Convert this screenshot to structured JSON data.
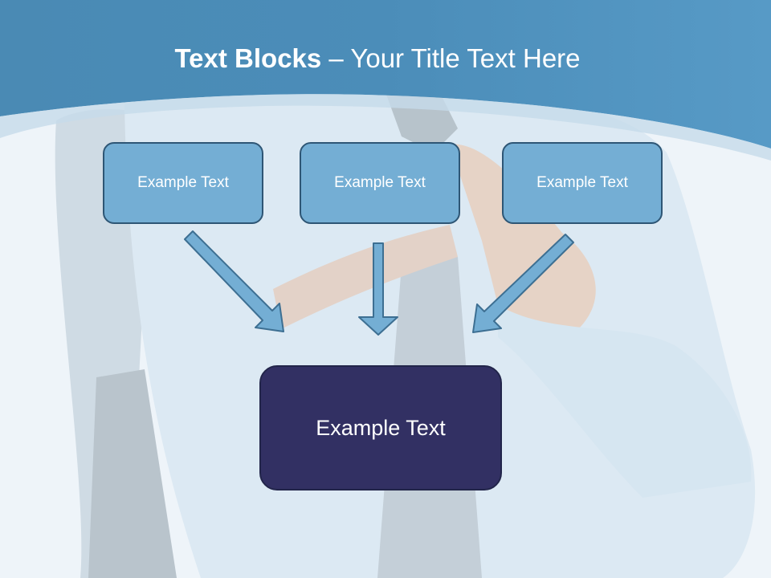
{
  "slide": {
    "title_bold": "Text Blocks",
    "title_dash": " – ",
    "title_rest": "Your Title Text Here",
    "boxes": [
      "Example Text",
      "Example Text",
      "Example Text"
    ],
    "main_box": "Example Text"
  },
  "colors": {
    "header_blue": "#4a8fba",
    "box_fill": "#74aed4",
    "box_border": "#2e5675",
    "main_fill": "#323063",
    "arrow_fill": "#74aed4"
  }
}
